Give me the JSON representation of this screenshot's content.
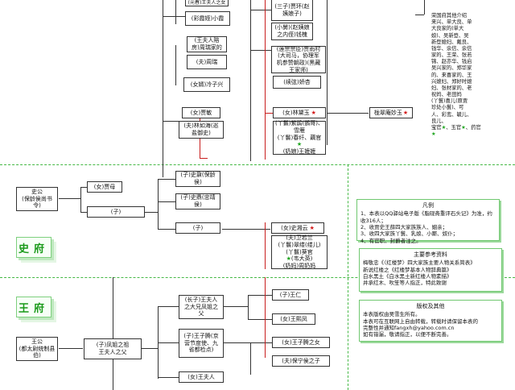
{
  "boxes": {
    "top_a": "(元春)王夫人之女",
    "caixia": "(彩霞姪)小霞",
    "wang_servant": "(王夫人陪\n房)周瑞家的",
    "zhou_husband": "(夫)周瑞",
    "zhou_son_in_law": "(女婿)冷子兴",
    "sanzi": "(三子)贾环(赵\n姨娘子)",
    "zhao_in_law": "(小舅)(赵姨娘\n之内侄)钱槐",
    "baoyu_master": "(莲宗宗臣)贾雨村\n(大司马，协理军\n机参赞朝政)(黑藏\n王家师)",
    "jiaoxing": "(续弦)娇杏",
    "jiamin": "(女)贾敏",
    "linruhai": "(夫)林如海(巡\n盐御史)",
    "daiyu": "(女)林黛玉",
    "daiyu_maids": "(丫鬟)紫鹃(鹦哥)、\n雪雁",
    "daiyu_nanny": "(丫鬟)春纤、藕官",
    "daiyu_wetnurse": "(奶娘)王嬷嬷",
    "miaoyu": "栊翠庵妙玉",
    "jia_mu": "(女)贾母",
    "shi_nai": "(子)史鼐(保龄\n侯)",
    "shi_ding": "(子)史鼎(忠靖\n侯)",
    "shi_gong": "史公\n(保龄侯尚书\n令)",
    "zi": "(子)",
    "zi_b": "(子)",
    "xiangyun": "(女)史湘云",
    "xiangyun_maids": "(夫)卫若兰\n(丫鬟)翠缕(缕儿)\n(丫鬟)葵官",
    "xiangyun_wetnurse": "(奶妈)周奶妈",
    "xiangyun_kui_extra": "(韦大英)",
    "wang_son1": "(长子)王夫人\n之大兄凤姐之\n父",
    "wang_ren": "(子)王仁",
    "wang_xifeng": "(女)王熙凤",
    "wang_gong": "王公\n(都太尉统制县\n伯)",
    "wang_fengjie_father": "(子)凤姐之祖\n王夫人之父",
    "wang_ziteng": "(子)王子腾(京\n营节度使、九\n省都检点)",
    "wang_ziteng_daughter": "(女)王子腾之女",
    "baoqin_husband": "(夫)保宁侯之子",
    "wang_furen": "(女)王夫人"
  },
  "sections": {
    "shi": "史府",
    "wang": "王府"
  },
  "side_note": {
    "text": "荣国府其他介绍\n来兴、单大良、单\n大良家的(单大\n娘)、吴新登、吴\n新登媳妇、戴良、\n钱华、余信、余信\n家的、王荣、张若\n锦、赵亦华、钱启\n吴兴家的、郑华家\n的、来喜家的、王\n兴媳妇、郑好时媳\n妇、张材家的、老\n祝妈、老田妈\n(丫鬟)喜儿(原贾\n珍处小鬟)、可\n人、彩鸾、毓儿、\n良儿、",
    "tail_a": "宝官",
    "tail_b": "、玉官",
    "tail_c": "、药官"
  },
  "legend": {
    "title": "凡例",
    "items": [
      "1、本表以QQ驿站电子版《脂砚斋重评石头记》为准，约收316人；",
      "2、收贾史王薛四大家族族人、姻亲；",
      "3、收四大家族丫鬟、乳娘、小厮、奴仆；",
      "4、有官职、封爵者注之。"
    ]
  },
  "references": {
    "title": "主要参考资料",
    "items": [
      "梅敬忠《〈红楼梦〉四大家族主要人物关系简表》",
      "新说红楼之《红楼梦基本人物辞典篇》",
      "白水黑土《白水黑土新红楼人物素描》",
      "并承红木、吹笙等人指正，特此致谢"
    ]
  },
  "copyright": {
    "title": "版权及其他",
    "items": [
      "本表版权由吴雪生所有。",
      "本表可在互联网上自由转载，转载时请保留本表的",
      "完整性并通知fangxh@yahoo.com.cn",
      "如有错漏，敬请指正，以便不断完善。"
    ]
  },
  "stars": {
    "red": "★",
    "green": "★"
  },
  "colors": {
    "section_green": "#1a9a1a",
    "dash_green": "#46b946",
    "connector_red": "#c81e1e",
    "star_red": "#d31b1b",
    "star_green": "#1fa51f"
  }
}
